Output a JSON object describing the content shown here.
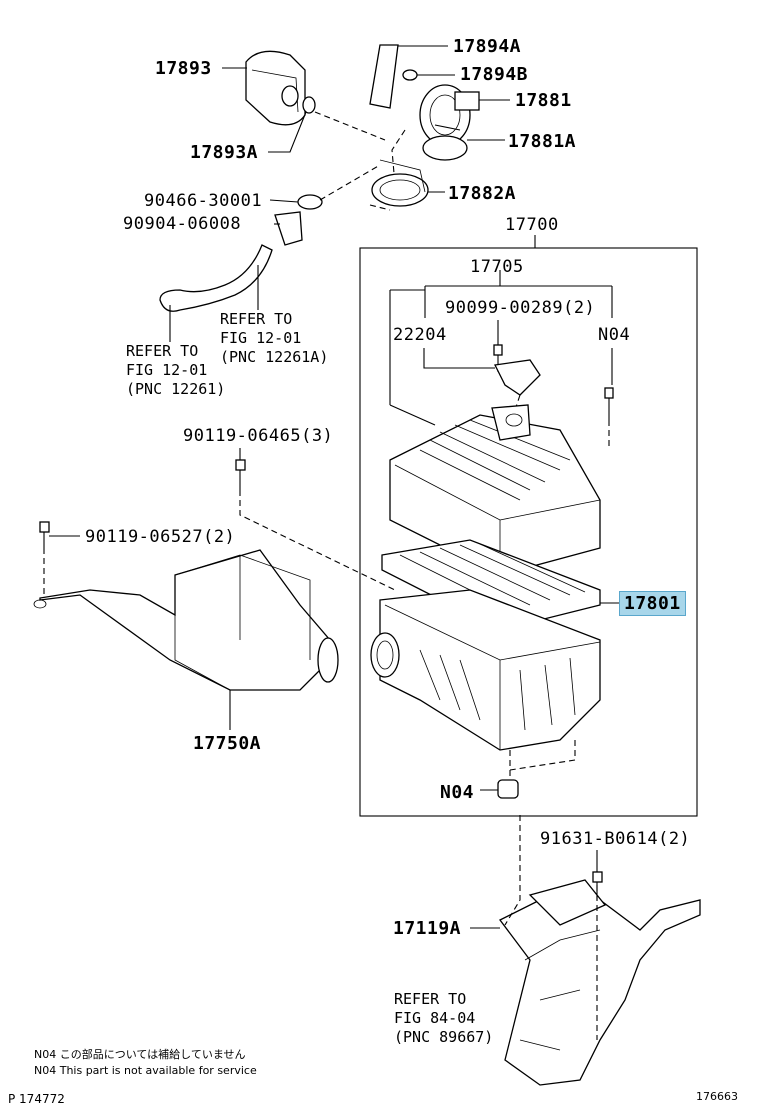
{
  "parts": {
    "p17893": "17893",
    "p17893A": "17893A",
    "p17894A": "17894A",
    "p17894B": "17894B",
    "p17881": "17881",
    "p17881A": "17881A",
    "p17882A": "17882A",
    "p90466": "90466-30001",
    "p90904": "90904-06008",
    "p17700": "17700",
    "p17705": "17705",
    "p90099": "90099-00289(2)",
    "p22204": "22204",
    "pN04a": "N04",
    "p90119_64": "90119-06465(3)",
    "p90119_65": "90119-06527(2)",
    "p17801": "17801",
    "p17750A": "17750A",
    "pN04b": "N04",
    "p91631": "91631-B0614(2)",
    "p17119A": "17119A"
  },
  "refs": {
    "ref1": [
      "REFER TO",
      "FIG 12-01",
      "(PNC 12261A)"
    ],
    "ref2": [
      "REFER TO",
      "FIG 12-01",
      "(PNC 12261)"
    ],
    "ref3": [
      "REFER TO",
      "FIG 84-04",
      "(PNC 89667)"
    ]
  },
  "notes": {
    "note_jp": "N04 この部品については補給していません",
    "note_en": "N04 This part is not available for service",
    "page_id": "P 174772",
    "illus_id": "176663"
  },
  "colors": {
    "highlight": "#a8d6ea"
  }
}
